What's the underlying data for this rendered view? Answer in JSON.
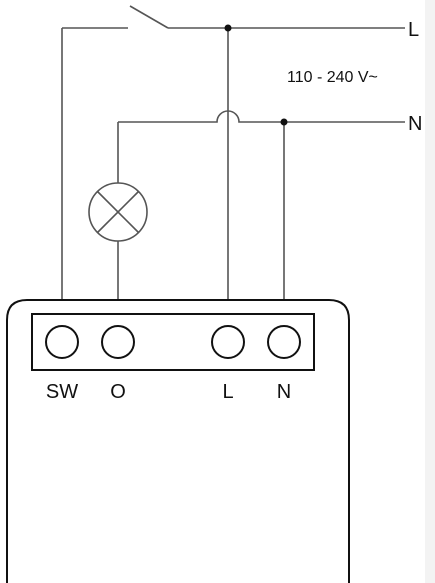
{
  "diagram": {
    "line_label": "L",
    "neutral_label": "N",
    "voltage_label": "110 - 240 V~",
    "terminals": [
      {
        "label": "SW"
      },
      {
        "label": "O"
      },
      {
        "label": "L"
      },
      {
        "label": "N"
      }
    ],
    "icons": [
      "switch-icon",
      "lamp-icon"
    ]
  },
  "colors": {
    "background": "#ffffff",
    "wire": "#555555",
    "outline": "#111111"
  }
}
